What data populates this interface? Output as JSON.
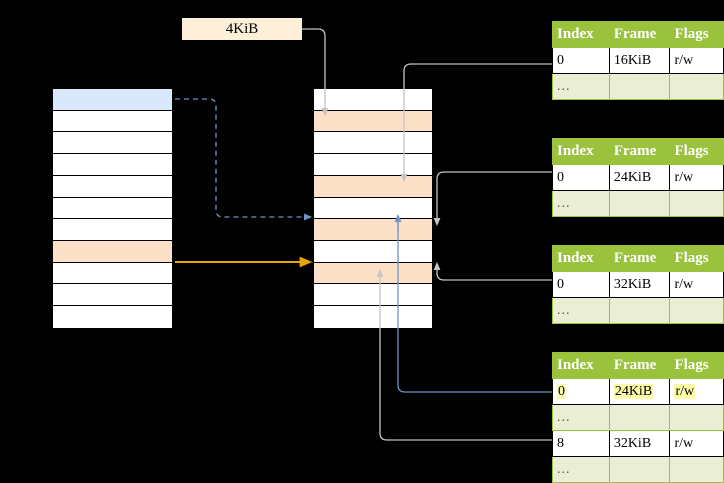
{
  "diagram": {
    "title": "page-table-walk",
    "offset_label": "4KiB",
    "colors": {
      "table_header_green": "#9ac23c",
      "ellipsis_row_green": "#e9eed5",
      "highlight_yellow": "#fdfaa8",
      "selected_blue": "#d9e8fb",
      "selected_peach": "#fde0c8",
      "offset_label_bg": "#fdefd8",
      "orange_arrow": "#e8a400",
      "blue_arrow": "#6f93c8",
      "gray_arrow": "#c8c8c8"
    }
  },
  "columns": {
    "left": {
      "name": "left-memory-column",
      "rows": [
        {
          "fill": "blue"
        },
        {
          "fill": "white"
        },
        {
          "fill": "white"
        },
        {
          "fill": "white"
        },
        {
          "fill": "white"
        },
        {
          "fill": "white"
        },
        {
          "fill": "white"
        },
        {
          "fill": "peach"
        },
        {
          "fill": "white"
        },
        {
          "fill": "white"
        },
        {
          "fill": "white"
        }
      ]
    },
    "middle": {
      "name": "middle-memory-column",
      "rows": [
        {
          "fill": "white"
        },
        {
          "fill": "peach"
        },
        {
          "fill": "white"
        },
        {
          "fill": "white"
        },
        {
          "fill": "peach"
        },
        {
          "fill": "white"
        },
        {
          "fill": "peach"
        },
        {
          "fill": "white"
        },
        {
          "fill": "peach"
        },
        {
          "fill": "white"
        },
        {
          "fill": "white"
        }
      ]
    }
  },
  "tables": [
    {
      "id": "page-table-1",
      "headers": [
        "Index",
        "Frame",
        "Flags"
      ],
      "rows": [
        {
          "type": "data",
          "index": "0",
          "frame": "16KiB",
          "flags": "r/w",
          "highlight": false
        },
        {
          "type": "ellipsis",
          "index": "...",
          "frame": "",
          "flags": ""
        }
      ]
    },
    {
      "id": "page-table-2",
      "headers": [
        "Index",
        "Frame",
        "Flags"
      ],
      "rows": [
        {
          "type": "data",
          "index": "0",
          "frame": "24KiB",
          "flags": "r/w",
          "highlight": false
        },
        {
          "type": "ellipsis",
          "index": "...",
          "frame": "",
          "flags": ""
        }
      ]
    },
    {
      "id": "page-table-3",
      "headers": [
        "Index",
        "Frame",
        "Flags"
      ],
      "rows": [
        {
          "type": "data",
          "index": "0",
          "frame": "32KiB",
          "flags": "r/w",
          "highlight": false
        },
        {
          "type": "ellipsis",
          "index": "...",
          "frame": "",
          "flags": ""
        }
      ]
    },
    {
      "id": "page-table-4",
      "headers": [
        "Index",
        "Frame",
        "Flags"
      ],
      "rows": [
        {
          "type": "data",
          "index": "0",
          "frame": "24KiB",
          "flags": "r/w",
          "highlight": true
        },
        {
          "type": "ellipsis",
          "index": "...",
          "frame": "",
          "flags": ""
        },
        {
          "type": "data",
          "index": "8",
          "frame": "32KiB",
          "flags": "r/w",
          "highlight": false
        },
        {
          "type": "ellipsis",
          "index": "...",
          "frame": "",
          "flags": ""
        }
      ]
    }
  ]
}
